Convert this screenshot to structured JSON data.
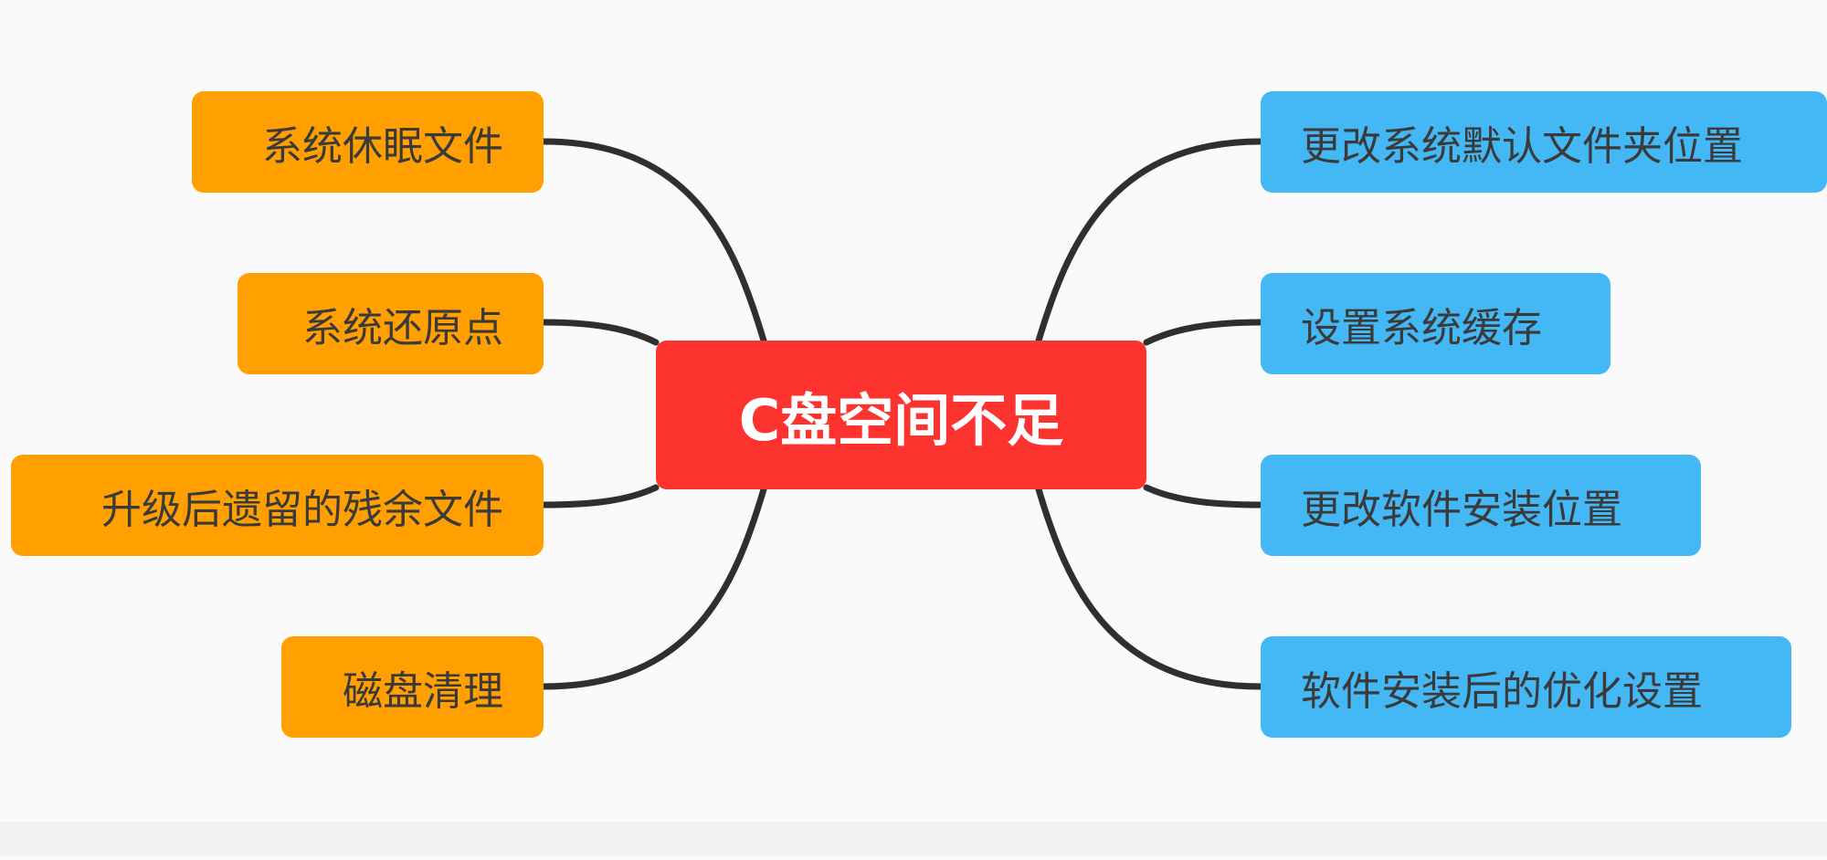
{
  "center_topic": "C盘空间不足",
  "left_branches": [
    {
      "label": "系统休眠文件"
    },
    {
      "label": "系统还原点"
    },
    {
      "label": "升级后遗留的残余文件"
    },
    {
      "label": "磁盘清理"
    }
  ],
  "right_branches": [
    {
      "label": "更改系统默认文件夹位置"
    },
    {
      "label": "设置系统缓存"
    },
    {
      "label": "更改软件安装位置"
    },
    {
      "label": "软件安装后的优化设置"
    }
  ],
  "colors": {
    "center": "#fd3330",
    "left_nodes": "#ff9f00",
    "right_nodes": "#44b7f5",
    "connectors": "#2f2f2f",
    "background": "#fafafa"
  }
}
